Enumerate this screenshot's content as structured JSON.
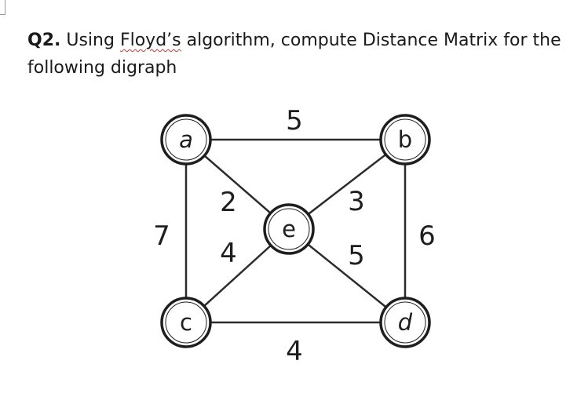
{
  "question": {
    "number": "Q2.",
    "text_before": " Using ",
    "misspelled_word": "Floyd’s",
    "text_after": " algorithm, compute Distance Matrix for the following digraph"
  },
  "graph": {
    "nodes": [
      {
        "id": "a",
        "label": "a"
      },
      {
        "id": "b",
        "label": "b"
      },
      {
        "id": "c",
        "label": "c"
      },
      {
        "id": "d",
        "label": "d"
      },
      {
        "id": "e",
        "label": "e"
      }
    ],
    "edges": [
      {
        "from": "a",
        "to": "b",
        "weight": "5"
      },
      {
        "from": "a",
        "to": "c",
        "weight": "7"
      },
      {
        "from": "a",
        "to": "e",
        "weight": "2"
      },
      {
        "from": "b",
        "to": "e",
        "weight": "3"
      },
      {
        "from": "b",
        "to": "d",
        "weight": "6"
      },
      {
        "from": "c",
        "to": "e",
        "weight": "4"
      },
      {
        "from": "e",
        "to": "d",
        "weight": "5"
      },
      {
        "from": "c",
        "to": "d",
        "weight": "4"
      }
    ]
  }
}
